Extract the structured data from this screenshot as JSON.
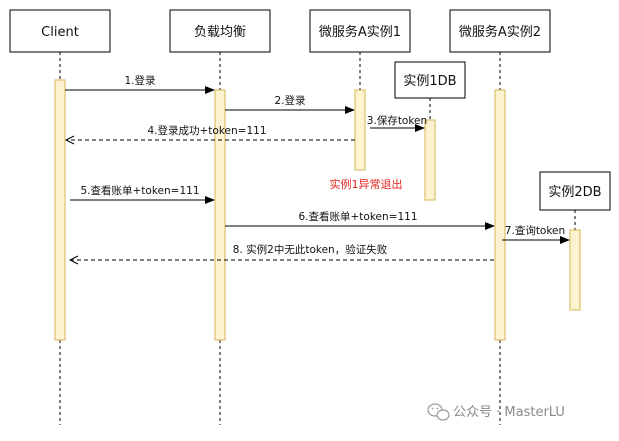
{
  "actors": {
    "client": "Client",
    "lb": "负载均衡",
    "svc1": "微服务A实例1",
    "svc2": "微服务A实例2",
    "db1": "实例1DB",
    "db2": "实例2DB"
  },
  "messages": {
    "m1": "1.登录",
    "m2": "2.登录",
    "m3": "3.保存token",
    "m4": "4.登录成功+token=111",
    "m5": "5.查看账单+token=111",
    "m6": "6.查看账单+token=111",
    "m7": "7.查询token",
    "m8": "8. 实例2中无此token，验证失败"
  },
  "notes": {
    "crash": "实例1异常退出",
    "crash_color": "#e8231e"
  },
  "colors": {
    "activation_fill": "#fdf3d0",
    "activation_stroke": "#d6b656",
    "line": "#000000"
  },
  "watermark": {
    "icon": "wechat-icon",
    "text": "公众号 · MasterLU"
  }
}
